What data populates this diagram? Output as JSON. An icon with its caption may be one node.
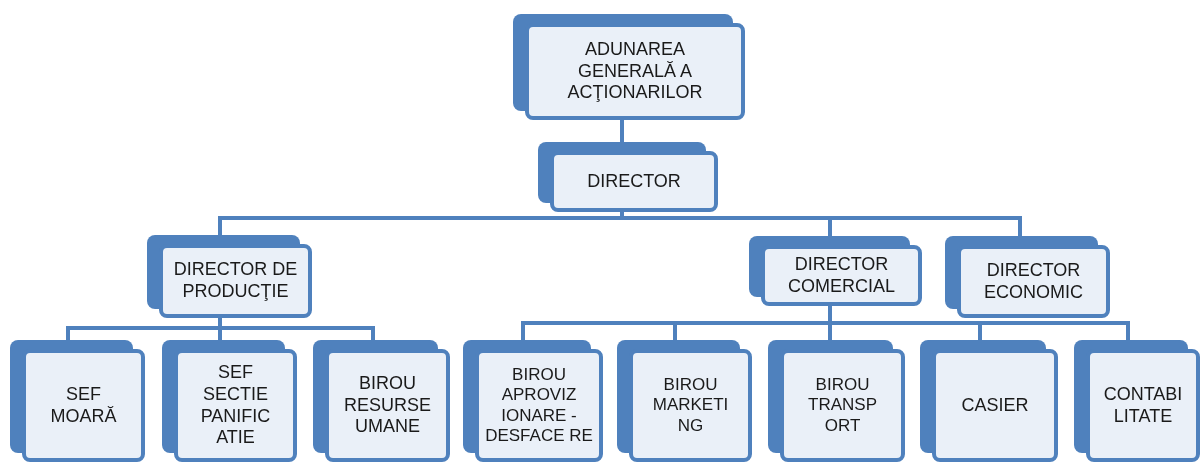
{
  "diagram": {
    "nodes": [
      {
        "text": [
          "ADUNAREA GENERALĂ A ACŢIONARILOR"
        ]
      },
      {
        "text": [
          "DIRECTOR"
        ]
      },
      {
        "text": [
          "DIRECTOR DE PRODUCŢIE"
        ]
      },
      {
        "text": [
          "DIRECTOR COMERCIAL"
        ]
      },
      {
        "text": [
          "DIRECTOR ECONOMIC"
        ]
      },
      {
        "text": [
          "SEF MOARĂ"
        ]
      },
      {
        "text": [
          "SEF SECTIE PANIFIC ATIE"
        ]
      },
      {
        "text": [
          "BIROU RESURSE UMANE"
        ]
      },
      {
        "text": [
          "BIROU APROVIZ IONARE - DESFACE RE"
        ]
      },
      {
        "text": [
          "BIROU MARKETI NG"
        ]
      },
      {
        "text": [
          "BIROU TRANSP ORT"
        ]
      },
      {
        "text": [
          "CASIER"
        ]
      },
      {
        "text": [
          "CONTABI LITATE"
        ]
      }
    ],
    "edges": [
      {
        "from": 0,
        "to": 1,
        "arrow": "none"
      },
      {
        "from": 1,
        "to": 2,
        "arrow": "none"
      },
      {
        "from": 1,
        "to": 3,
        "arrow": "none"
      },
      {
        "from": 1,
        "to": 4,
        "arrow": "none"
      },
      {
        "from": 2,
        "to": 5,
        "arrow": "none"
      },
      {
        "from": 2,
        "to": 6,
        "arrow": "none"
      },
      {
        "from": 2,
        "to": 7,
        "arrow": "none"
      },
      {
        "from": 3,
        "to": 8,
        "arrow": "none"
      },
      {
        "from": 3,
        "to": 9,
        "arrow": "none"
      },
      {
        "from": 3,
        "to": 10,
        "arrow": "none"
      },
      {
        "from": 3,
        "to": 11,
        "arrow": "none"
      },
      {
        "from": 3,
        "to": 12,
        "arrow": "none"
      }
    ]
  }
}
